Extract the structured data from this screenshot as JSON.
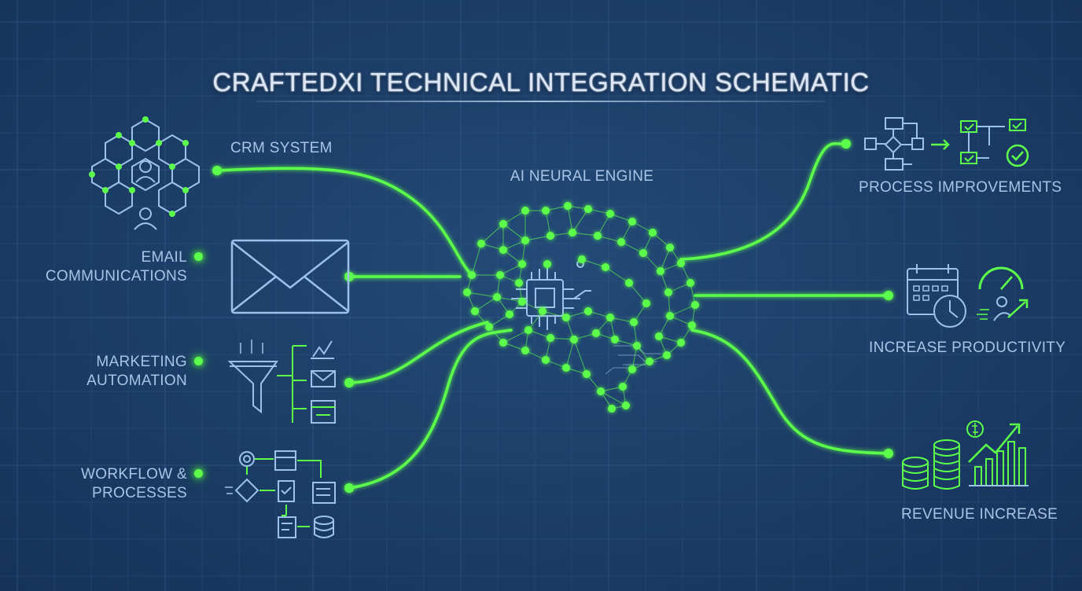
{
  "title": "CRAFTEDXI TECHNICAL INTEGRATION SCHEMATIC",
  "engine_label": "AI NEURAL ENGINE",
  "inputs": [
    {
      "label": "CRM SYSTEM",
      "icon": "network-users-icon"
    },
    {
      "label_line1": "EMAIL",
      "label_line2": "COMMUNICATIONS",
      "icon": "envelope-icon"
    },
    {
      "label_line1": "MARKETING",
      "label_line2": "AUTOMATION",
      "icon": "funnel-icon"
    },
    {
      "label_line1": "WORKFLOW &",
      "label_line2": "PROCESSES",
      "icon": "workflow-icon"
    }
  ],
  "outputs": [
    {
      "label": "PROCESS IMPROVEMENTS",
      "icon": "flowchart-check-icon"
    },
    {
      "label": "INCREASE PRODUCTIVITY",
      "icon": "calendar-clock-gauge-icon"
    },
    {
      "label": "REVENUE INCREASE",
      "icon": "coins-growth-icon"
    }
  ],
  "colors": {
    "background": "#1d3f69",
    "grid": "#3a6290",
    "accent": "#5cff4a",
    "icon_stroke": "#9cc2ec",
    "text": "#a8c4e6"
  }
}
